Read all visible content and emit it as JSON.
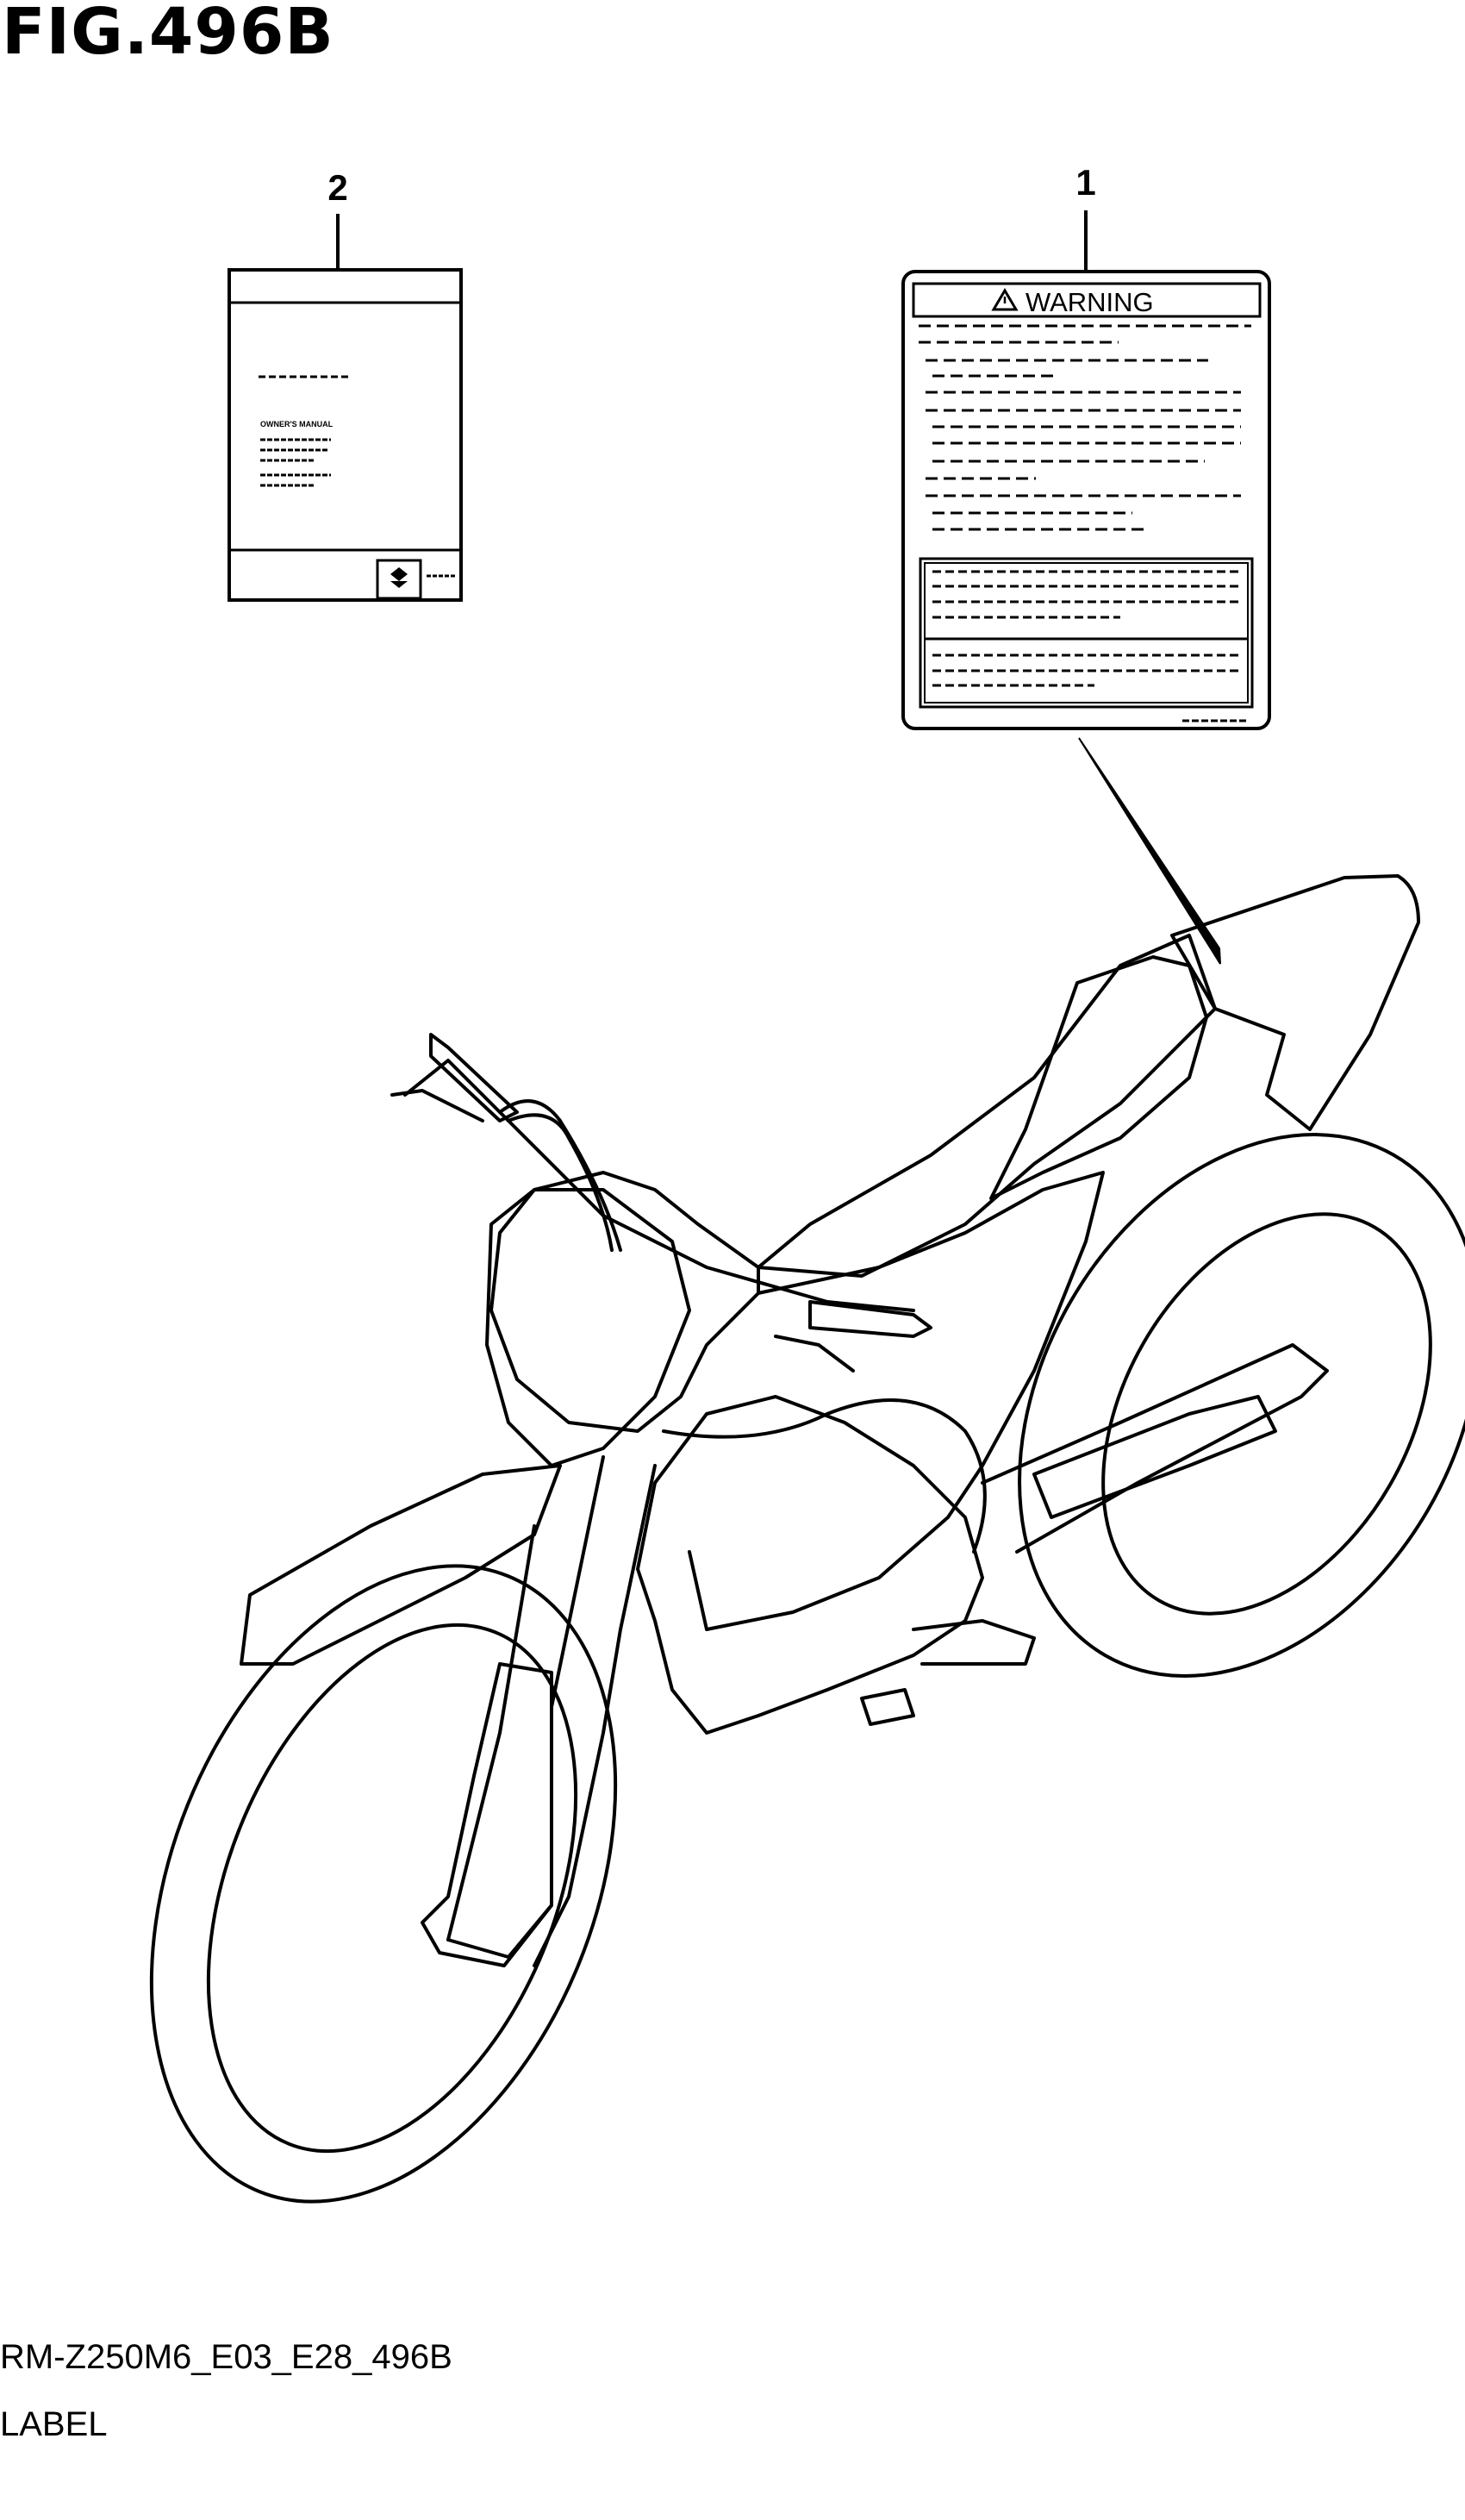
{
  "figure": {
    "title": "FIG.496B",
    "code": "RM-Z250M6_E03_E28_496B",
    "subtitle": "LABEL"
  },
  "callouts": {
    "part1": "1",
    "part2": "2"
  },
  "parts": {
    "warning_label": {
      "header": "WARNING",
      "icon": "warning-triangle-icon"
    },
    "owners_manual": {
      "heading": "OWNER'S MANUAL",
      "icon": "suzuki-logo-icon"
    }
  }
}
